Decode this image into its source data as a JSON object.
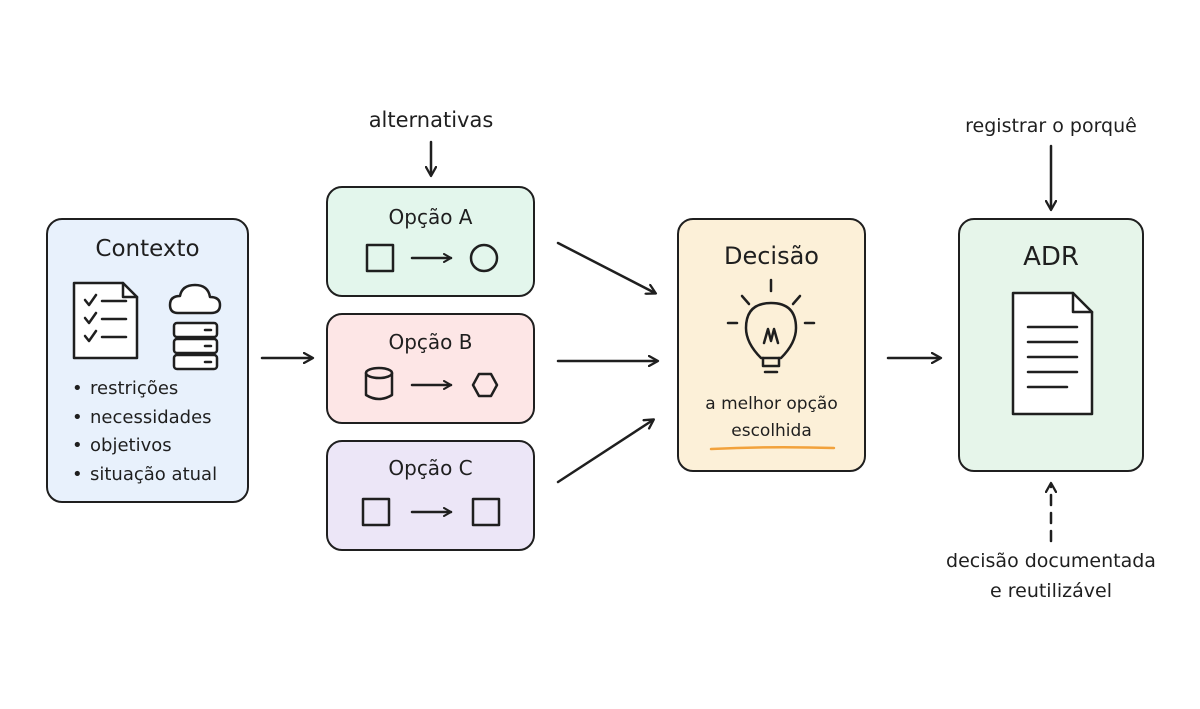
{
  "annotations": {
    "alternatives": "alternativas",
    "record_why": "registrar o porquê",
    "documented_line1": "decisão documentada",
    "documented_line2": "e reutilizável"
  },
  "context": {
    "title": "Contexto",
    "items": [
      "restrições",
      "necessidades",
      "objetivos",
      "situação atual"
    ],
    "color": "#e8f1fc"
  },
  "options": [
    {
      "label": "Opção A",
      "color": "#e3f6ec"
    },
    {
      "label": "Opção B",
      "color": "#fde6e6"
    },
    {
      "label": "Opção C",
      "color": "#ece6f7"
    }
  ],
  "decision": {
    "title": "Decisão",
    "subtitle_line1": "a melhor opção",
    "subtitle_line2": "escolhida",
    "color": "#fcf0d8",
    "underline_color": "#f2a23c"
  },
  "adr": {
    "title": "ADR",
    "color": "#e6f5ea"
  }
}
